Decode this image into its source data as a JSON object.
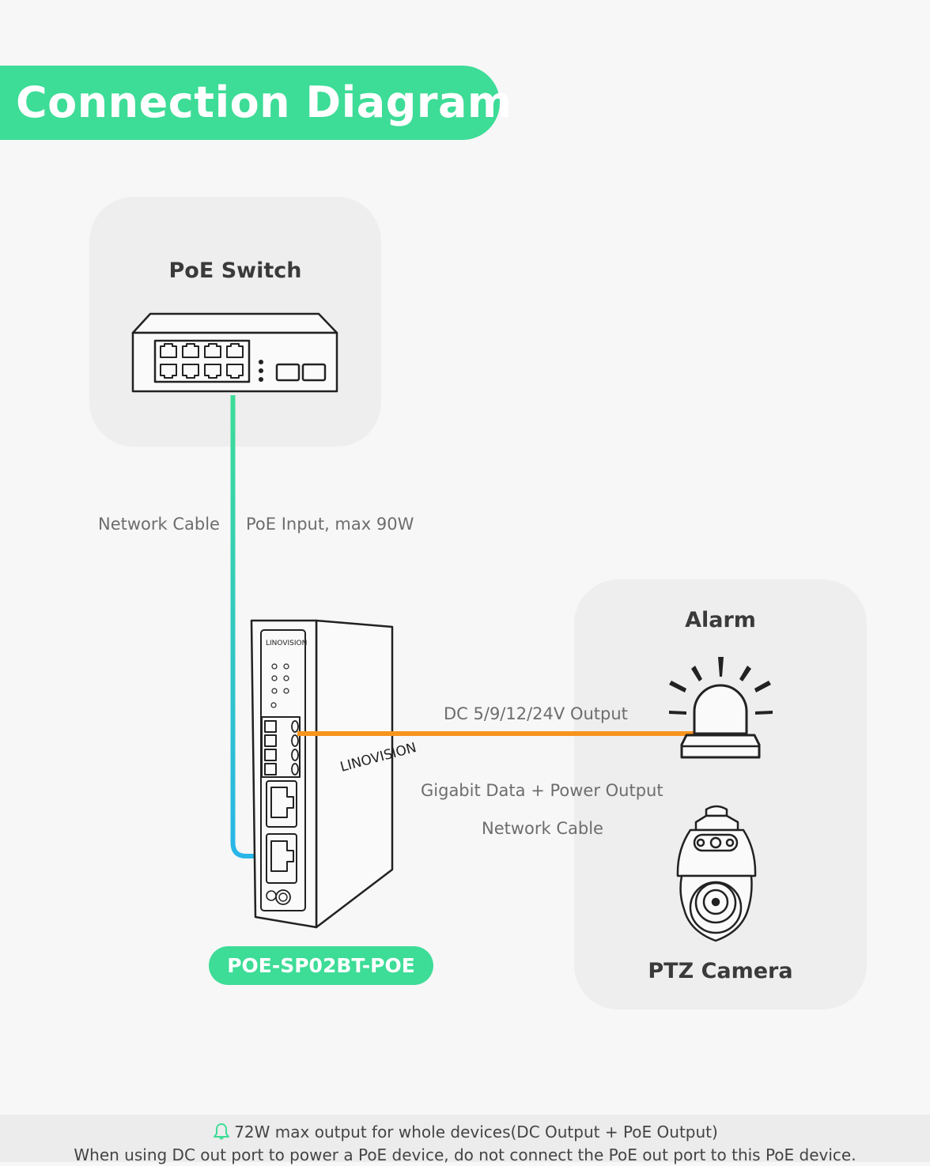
{
  "header": {
    "title": "Connection Diagram"
  },
  "nodes": {
    "switch": {
      "label": "PoE Switch"
    },
    "alarm": {
      "label": "Alarm"
    },
    "camera": {
      "label": "PTZ Camera"
    },
    "splitter": {
      "model": "POE-SP02BT-POE",
      "brand_front": "LINOVISION",
      "brand_side": "LINOVISION"
    }
  },
  "cables": {
    "input_left": "Network Cable",
    "input_right": "PoE Input, max 90W",
    "dc_output": "DC 5/9/12/24V Output",
    "poe_output": "Gigabit Data + Power Output",
    "poe_output_cable": "Network Cable"
  },
  "colors": {
    "accent": "#3ddc97",
    "dc_line": "#f7941d",
    "cable_gradient_top": "#3ddc97",
    "cable_gradient_bottom": "#29b6e8"
  },
  "notes": {
    "icon": "bell-icon",
    "line1": "72W max output for whole devices(DC Output + PoE Output)",
    "line2": "When using DC out port to power a PoE device, do not connect the PoE out port to this PoE device."
  }
}
